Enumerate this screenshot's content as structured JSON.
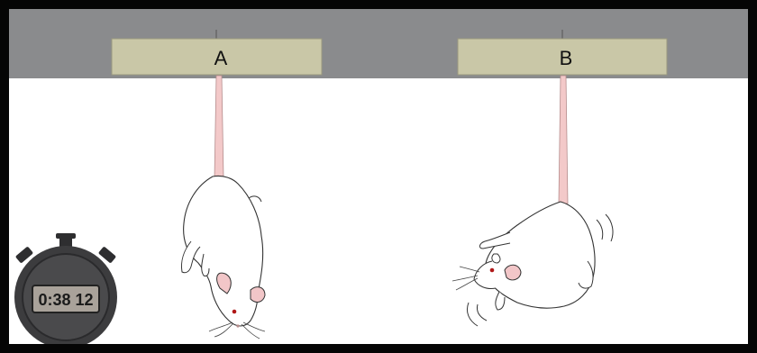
{
  "labels": {
    "left": "A",
    "right": "B"
  },
  "stopwatch": {
    "readout": "0:38 12",
    "icon": "stopwatch-icon"
  },
  "colors": {
    "frame": "#050505",
    "bar": "#8a8b8d",
    "label_box": "#c9c7a7",
    "tail": "#f3c9c9",
    "ear_inner": "#f2c6c8",
    "eye": "#b01818",
    "watch_body": "#3c3c3e",
    "watch_face": "#a9a29a"
  }
}
